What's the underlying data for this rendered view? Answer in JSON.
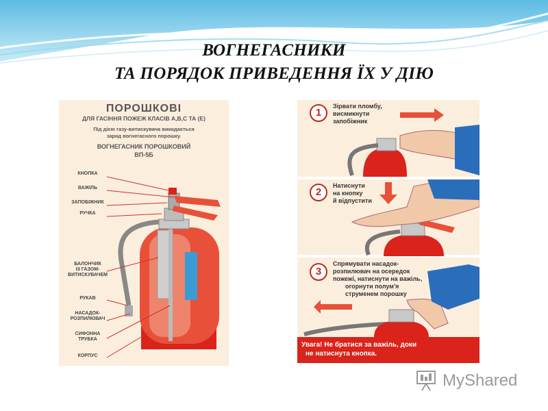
{
  "title": {
    "line1": "ВОГНЕГАСНИКИ",
    "line2": "ТА ПОРЯДОК ПРИВЕДЕННЯ ЇХ У ДІЮ"
  },
  "left_panel": {
    "heading": "ПОРОШКОВІ",
    "subheading": "ДЛЯ ГАСІННЯ ПОЖЕЖ КЛАСІВ А,В,С ТА (Е)",
    "description_line1": "Під дією газу-витискувача викидається",
    "description_line2": "заряд вогнегасного порошку.",
    "model_line1": "ВОГНЕГАСНИК ПОРОШКОВИЙ",
    "model_line2": "ВП-5Б",
    "labels": {
      "button": "КНОПКА",
      "lever": "ВАЖІЛЬ",
      "safety_pin": "ЗАПОБІЖНИК",
      "handle": "РУЧКА",
      "cartridge_line1": "БАЛОНЧИК",
      "cartridge_line2": "ІЗ ГАЗОМ-",
      "cartridge_line3": "ВИТИСКУВАЧЕМ",
      "hose": "РУКАВ",
      "nozzle_line1": "НАСАДОК-",
      "nozzle_line2": "РОЗПИЛЮВАЧ",
      "siphon_line1": "СИФОННА",
      "siphon_line2": "ТРУБКА",
      "body": "КОРПУС"
    }
  },
  "steps": [
    {
      "num": "1",
      "line1": "Зірвати пломбу,",
      "line2": "висмикнути",
      "line3": "запобіжник",
      "line4": ""
    },
    {
      "num": "2",
      "line1": "Натиснути",
      "line2": "на кнопку",
      "line3": "й відпустити",
      "line4": ""
    },
    {
      "num": "3",
      "line1": "Спрямувати насадок-",
      "line2": "розпилювач на осередок",
      "line3": "пожежі, натиснути на важіль,",
      "line4": "огорнути полум'я",
      "line5": "струменем порошку"
    }
  ],
  "warning": {
    "line1": "Увага! Не братися за важіль, доки",
    "line2": "не натиснута кнопка."
  },
  "logo": {
    "text": "MyShared"
  },
  "colors": {
    "accent_red": "#d9231b",
    "panel_bg": "#fbeedd",
    "wave_blue": "#7cc8e8"
  }
}
